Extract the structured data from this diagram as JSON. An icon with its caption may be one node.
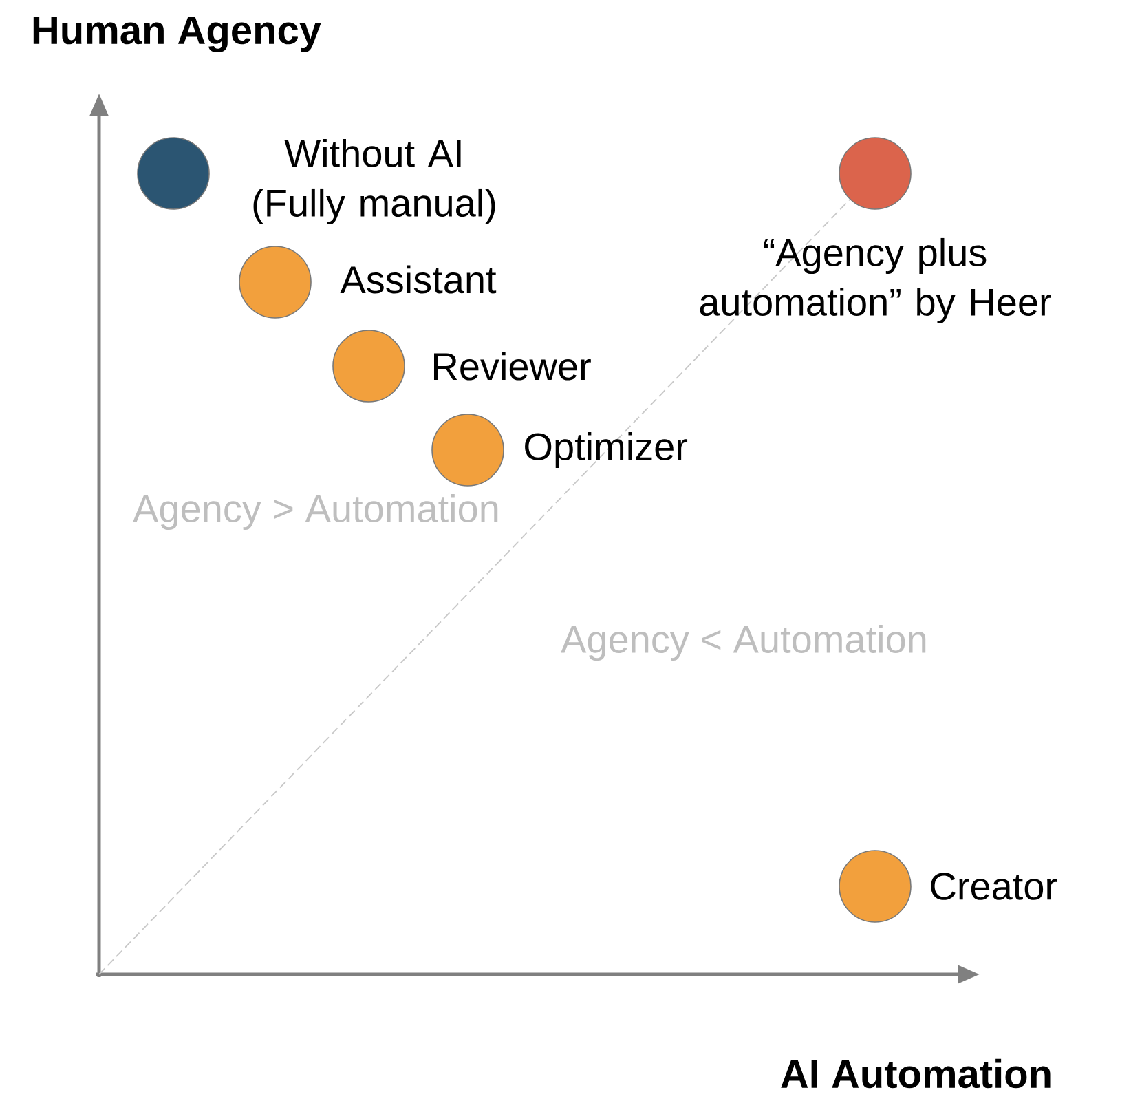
{
  "diagram": {
    "nodes": [
      {
        "text": [],
        "shape": "circle",
        "beside": [
          "Without AI (Fully manual)"
        ]
      },
      {
        "text": [],
        "shape": "circle",
        "beside": [
          "Assistant"
        ]
      },
      {
        "text": [],
        "shape": "circle",
        "beside": [
          "Reviewer"
        ]
      },
      {
        "text": [],
        "shape": "circle",
        "beside": [
          "Optimizer"
        ]
      },
      {
        "text": [],
        "shape": "circle",
        "beside": [
          "“Agency plus automation” by Heer"
        ]
      },
      {
        "text": [],
        "shape": "circle",
        "beside": [
          "Creator"
        ]
      }
    ],
    "edges": [
      {
        "from": null,
        "to": 4,
        "arrow": "none",
        "style": "dashed"
      }
    ],
    "labels": [
      "Human Agency",
      "Agency > Automation",
      "Agency < Automation",
      "AI Automation"
    ]
  }
}
